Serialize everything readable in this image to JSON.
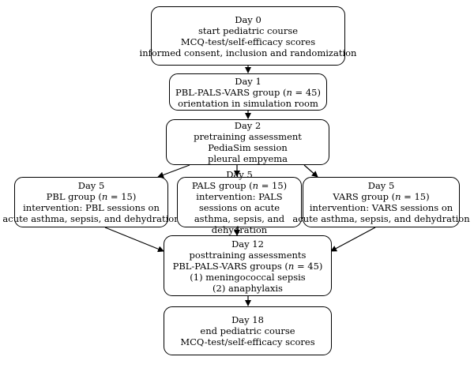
{
  "nodes": [
    {
      "id": "day0",
      "lines": [
        "Day 0",
        "start pediatric course",
        "MCQ-test/self-efficacy scores",
        "informed consent, inclusion and randomization"
      ]
    },
    {
      "id": "day1",
      "lines": [
        "Day 1",
        "PBL-PALS-VARS group (n = 45)",
        "orientation in simulation room"
      ]
    },
    {
      "id": "day2",
      "lines": [
        "Day 2",
        "pretraining assessment",
        "PediaSim session",
        "pleural empyema"
      ]
    },
    {
      "id": "day5-pbl",
      "lines": [
        "Day 5",
        "PBL group (n = 15)",
        "intervention: PBL sessions on",
        "acute asthma, sepsis, and dehydration"
      ]
    },
    {
      "id": "day5-pals",
      "lines": [
        "Day 5",
        "PALS group (n = 15)",
        "intervention: PALS sessions on acute asthma, sepsis, and dehydration"
      ]
    },
    {
      "id": "day5-vars",
      "lines": [
        "Day 5",
        "VARS group (n = 15)",
        "intervention: VARS sessions on",
        "acute asthma, sepsis, and dehydration"
      ]
    },
    {
      "id": "day12",
      "lines": [
        "Day 12",
        "posttraining assessments",
        "PBL-PALS-VARS groups (n = 45)",
        "(1) meningococcal sepsis",
        "(2) anaphylaxis"
      ]
    },
    {
      "id": "day18",
      "lines": [
        "Day 18",
        "end pediatric course",
        "MCQ-test/self-efficacy scores"
      ]
    }
  ],
  "edges": [
    {
      "from": "day0",
      "to": "day1"
    },
    {
      "from": "day1",
      "to": "day2"
    },
    {
      "from": "day2",
      "to": "day5-pbl"
    },
    {
      "from": "day2",
      "to": "day5-pals"
    },
    {
      "from": "day2",
      "to": "day5-vars"
    },
    {
      "from": "day5-pbl",
      "to": "day12"
    },
    {
      "from": "day5-pals",
      "to": "day12"
    },
    {
      "from": "day5-vars",
      "to": "day12"
    },
    {
      "from": "day12",
      "to": "day18"
    }
  ]
}
